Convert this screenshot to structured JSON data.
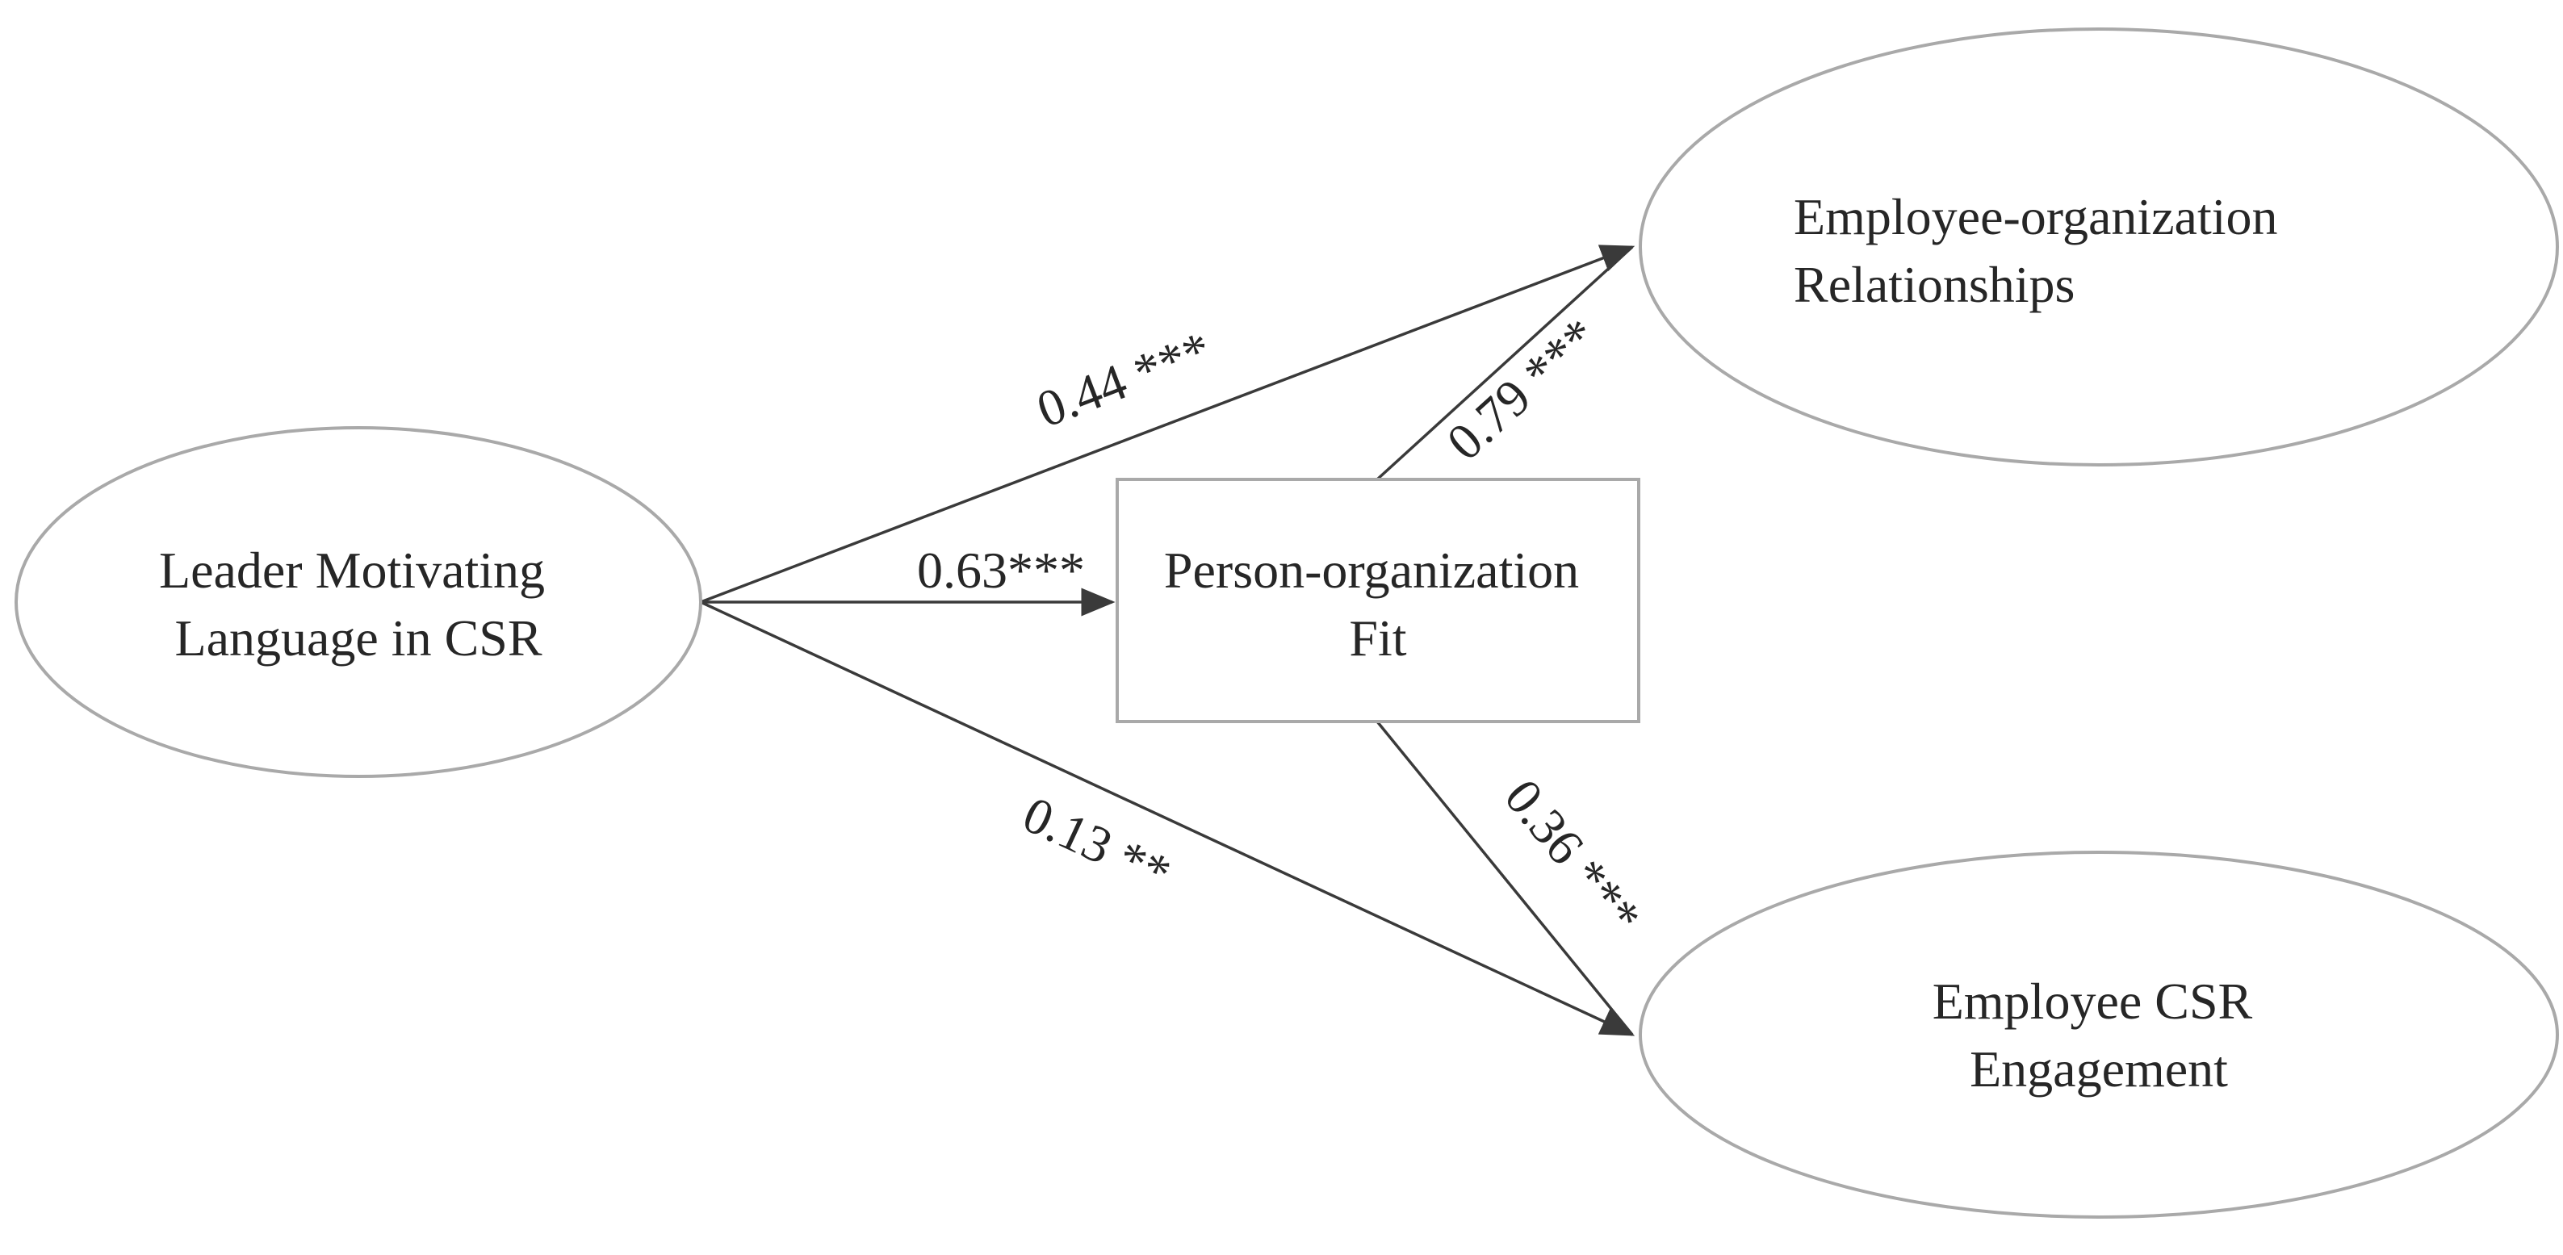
{
  "nodes": {
    "leader": {
      "lines": [
        "Leader Motivating",
        "Language in CSR"
      ]
    },
    "fit": {
      "lines": [
        "Person-organization",
        "Fit"
      ]
    },
    "relationships": {
      "lines": [
        "Employee-organization",
        "Relationships"
      ]
    },
    "engagement": {
      "lines": [
        "Employee CSR",
        "Engagement"
      ]
    }
  },
  "edges": {
    "leader_to_relationships": {
      "from": "leader",
      "to": "relationships",
      "label": "0.44 ***"
    },
    "leader_to_fit": {
      "from": "leader",
      "to": "fit",
      "label": "0.63***"
    },
    "leader_to_engagement": {
      "from": "leader",
      "to": "engagement",
      "label": "0.13 **"
    },
    "fit_to_relationships": {
      "from": "fit",
      "to": "relationships",
      "label": "0.79 ***"
    },
    "fit_to_engagement": {
      "from": "fit",
      "to": "engagement",
      "label": "0.36 ***"
    }
  },
  "colors": {
    "node_border": "#a9a9a9",
    "edge": "#3a3a3a",
    "text": "#262626"
  }
}
